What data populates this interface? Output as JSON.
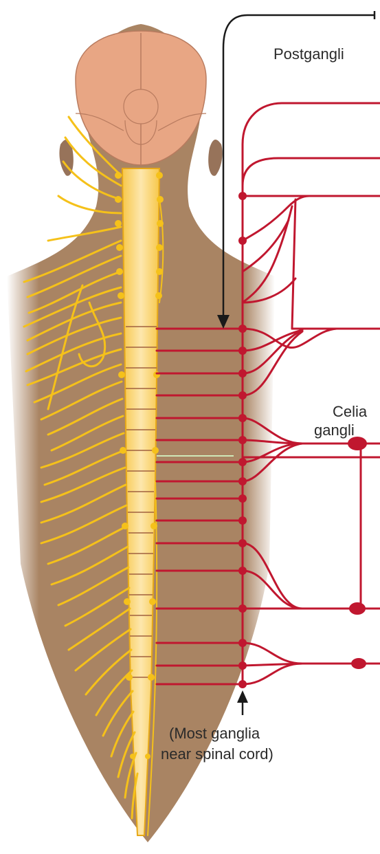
{
  "labels": {
    "postganglionic": "Postgangli",
    "celiac_line1": "Celia",
    "celiac_line2": "gangli",
    "most_ganglia_line1": "(Most ganglia",
    "most_ganglia_line2": "near spinal cord)"
  },
  "colors": {
    "background": "#ffffff",
    "skin": "#a98463",
    "brain": "#e8a684",
    "nerve": "#f5c11a",
    "spinal_cord": "#fbd98a",
    "sympathetic_fiber": "#c0172f",
    "arrow": "#1a1a1a",
    "text": "#2a2a2a"
  }
}
